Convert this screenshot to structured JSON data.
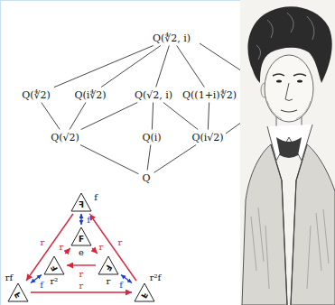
{
  "diagram": {
    "nodes": [
      {
        "text": [
          "Q(∜2, i)"
        ]
      },
      {
        "text": [
          "Q(∜2)"
        ]
      },
      {
        "text": [
          "Q(i∜2)"
        ]
      },
      {
        "text": [
          "Q(√2, i)"
        ]
      },
      {
        "text": [
          "Q((1+i)∜2)"
        ]
      },
      {
        "text": [
          "Q(√2)"
        ]
      },
      {
        "text": [
          "Q(i)"
        ]
      },
      {
        "text": [
          "Q(i√2)"
        ]
      },
      {
        "text": [
          "Q"
        ]
      },
      {
        "text": [
          "F",
          "f"
        ]
      },
      {
        "text": [
          "F",
          "e"
        ]
      },
      {
        "text": [
          "F",
          "r²"
        ]
      },
      {
        "text": [
          "F",
          "r"
        ]
      },
      {
        "text": [
          "F",
          "rf"
        ]
      },
      {
        "text": [
          "F",
          "r²f"
        ]
      }
    ],
    "edges": [
      {
        "from": 0,
        "to": 1,
        "arrow": "none"
      },
      {
        "from": 0,
        "to": 2,
        "arrow": "none"
      },
      {
        "from": 0,
        "to": 3,
        "arrow": "none"
      },
      {
        "from": 0,
        "to": 4,
        "arrow": "none"
      },
      {
        "from": 1,
        "to": 5,
        "arrow": "none"
      },
      {
        "from": 2,
        "to": 5,
        "arrow": "none"
      },
      {
        "from": 3,
        "to": 5,
        "arrow": "none"
      },
      {
        "from": 3,
        "to": 6,
        "arrow": "none"
      },
      {
        "from": 3,
        "to": 7,
        "arrow": "none"
      },
      {
        "from": 4,
        "to": 7,
        "arrow": "none"
      },
      {
        "from": 5,
        "to": 8,
        "arrow": "none"
      },
      {
        "from": 6,
        "to": 8,
        "arrow": "none"
      },
      {
        "from": 7,
        "to": 8,
        "arrow": "none"
      },
      {
        "from": 9,
        "to": 13,
        "label": "r",
        "arrow": "to"
      },
      {
        "from": 13,
        "to": 14,
        "label": "r",
        "arrow": "to"
      },
      {
        "from": 14,
        "to": 9,
        "label": "r",
        "arrow": "to"
      },
      {
        "from": 10,
        "to": 12,
        "label": "r",
        "arrow": "to"
      },
      {
        "from": 12,
        "to": 11,
        "label": "r",
        "arrow": "to"
      },
      {
        "from": 11,
        "to": 10,
        "label": "r",
        "arrow": "to"
      },
      {
        "from": 9,
        "to": 10,
        "label": "f",
        "arrow": "both"
      },
      {
        "from": 11,
        "to": 13,
        "label": "f",
        "arrow": "both"
      },
      {
        "from": 12,
        "to": 14,
        "label": "f",
        "arrow": "both"
      }
    ]
  }
}
